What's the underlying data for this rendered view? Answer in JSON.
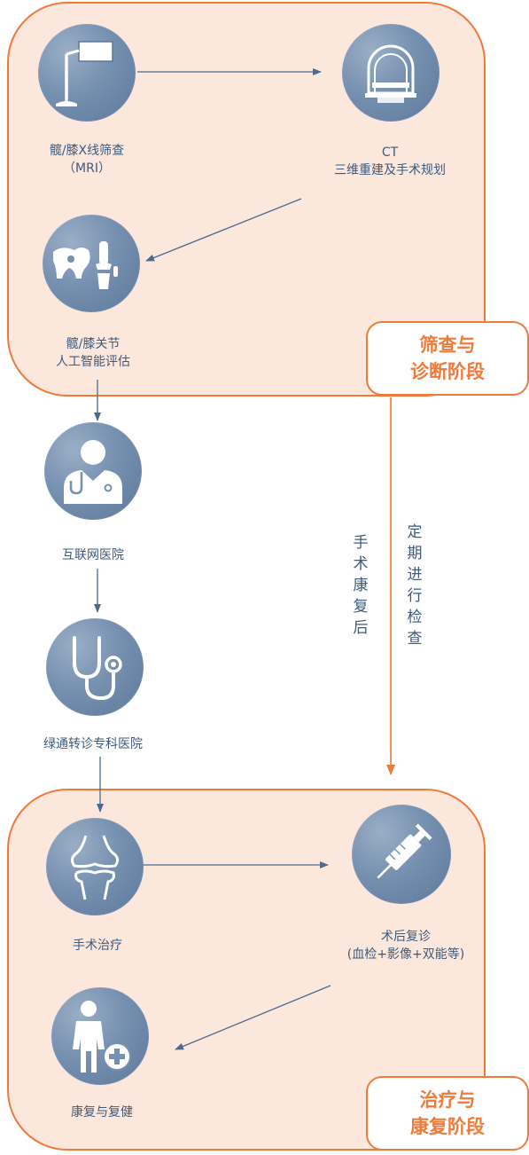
{
  "stages": {
    "screening": {
      "line1": "筛查与",
      "line2": "诊断阶段"
    },
    "treatment": {
      "line1": "治疗与",
      "line2": "康复阶段"
    }
  },
  "nodes": {
    "xray": {
      "icon": "xray-lamp-icon",
      "line1": "髋/膝X线筛查",
      "line2": "（MRI）"
    },
    "ct": {
      "icon": "ct-scanner-icon",
      "line1": "CT",
      "line2": "三维重建及手术规划"
    },
    "ai_eval": {
      "icon": "pelvis-knee-icon",
      "line1": "髋/膝关节",
      "line2": "人工智能评估"
    },
    "internet_hospital": {
      "icon": "doctor-icon",
      "line1": "互联网医院"
    },
    "referral": {
      "icon": "stethoscope-icon",
      "line1": "绿通转诊专科医院"
    },
    "surgery": {
      "icon": "joint-bones-icon",
      "line1": "手术治疗"
    },
    "followup": {
      "icon": "syringe-icon",
      "line1": "术后复诊",
      "line2": "(血检+影像+双能等)"
    },
    "rehab": {
      "icon": "person-medical-icon",
      "line1": "康复与复健"
    }
  },
  "side_notes": {
    "post_surgery": "手术康复后",
    "periodic_check": "定期进行检查"
  },
  "colors": {
    "accent": "#ee7a3b",
    "region_fill": "#fce7dc",
    "node_blue": "#7690b0",
    "text": "#3d5a7e",
    "arrow": "#4a6a8f"
  }
}
